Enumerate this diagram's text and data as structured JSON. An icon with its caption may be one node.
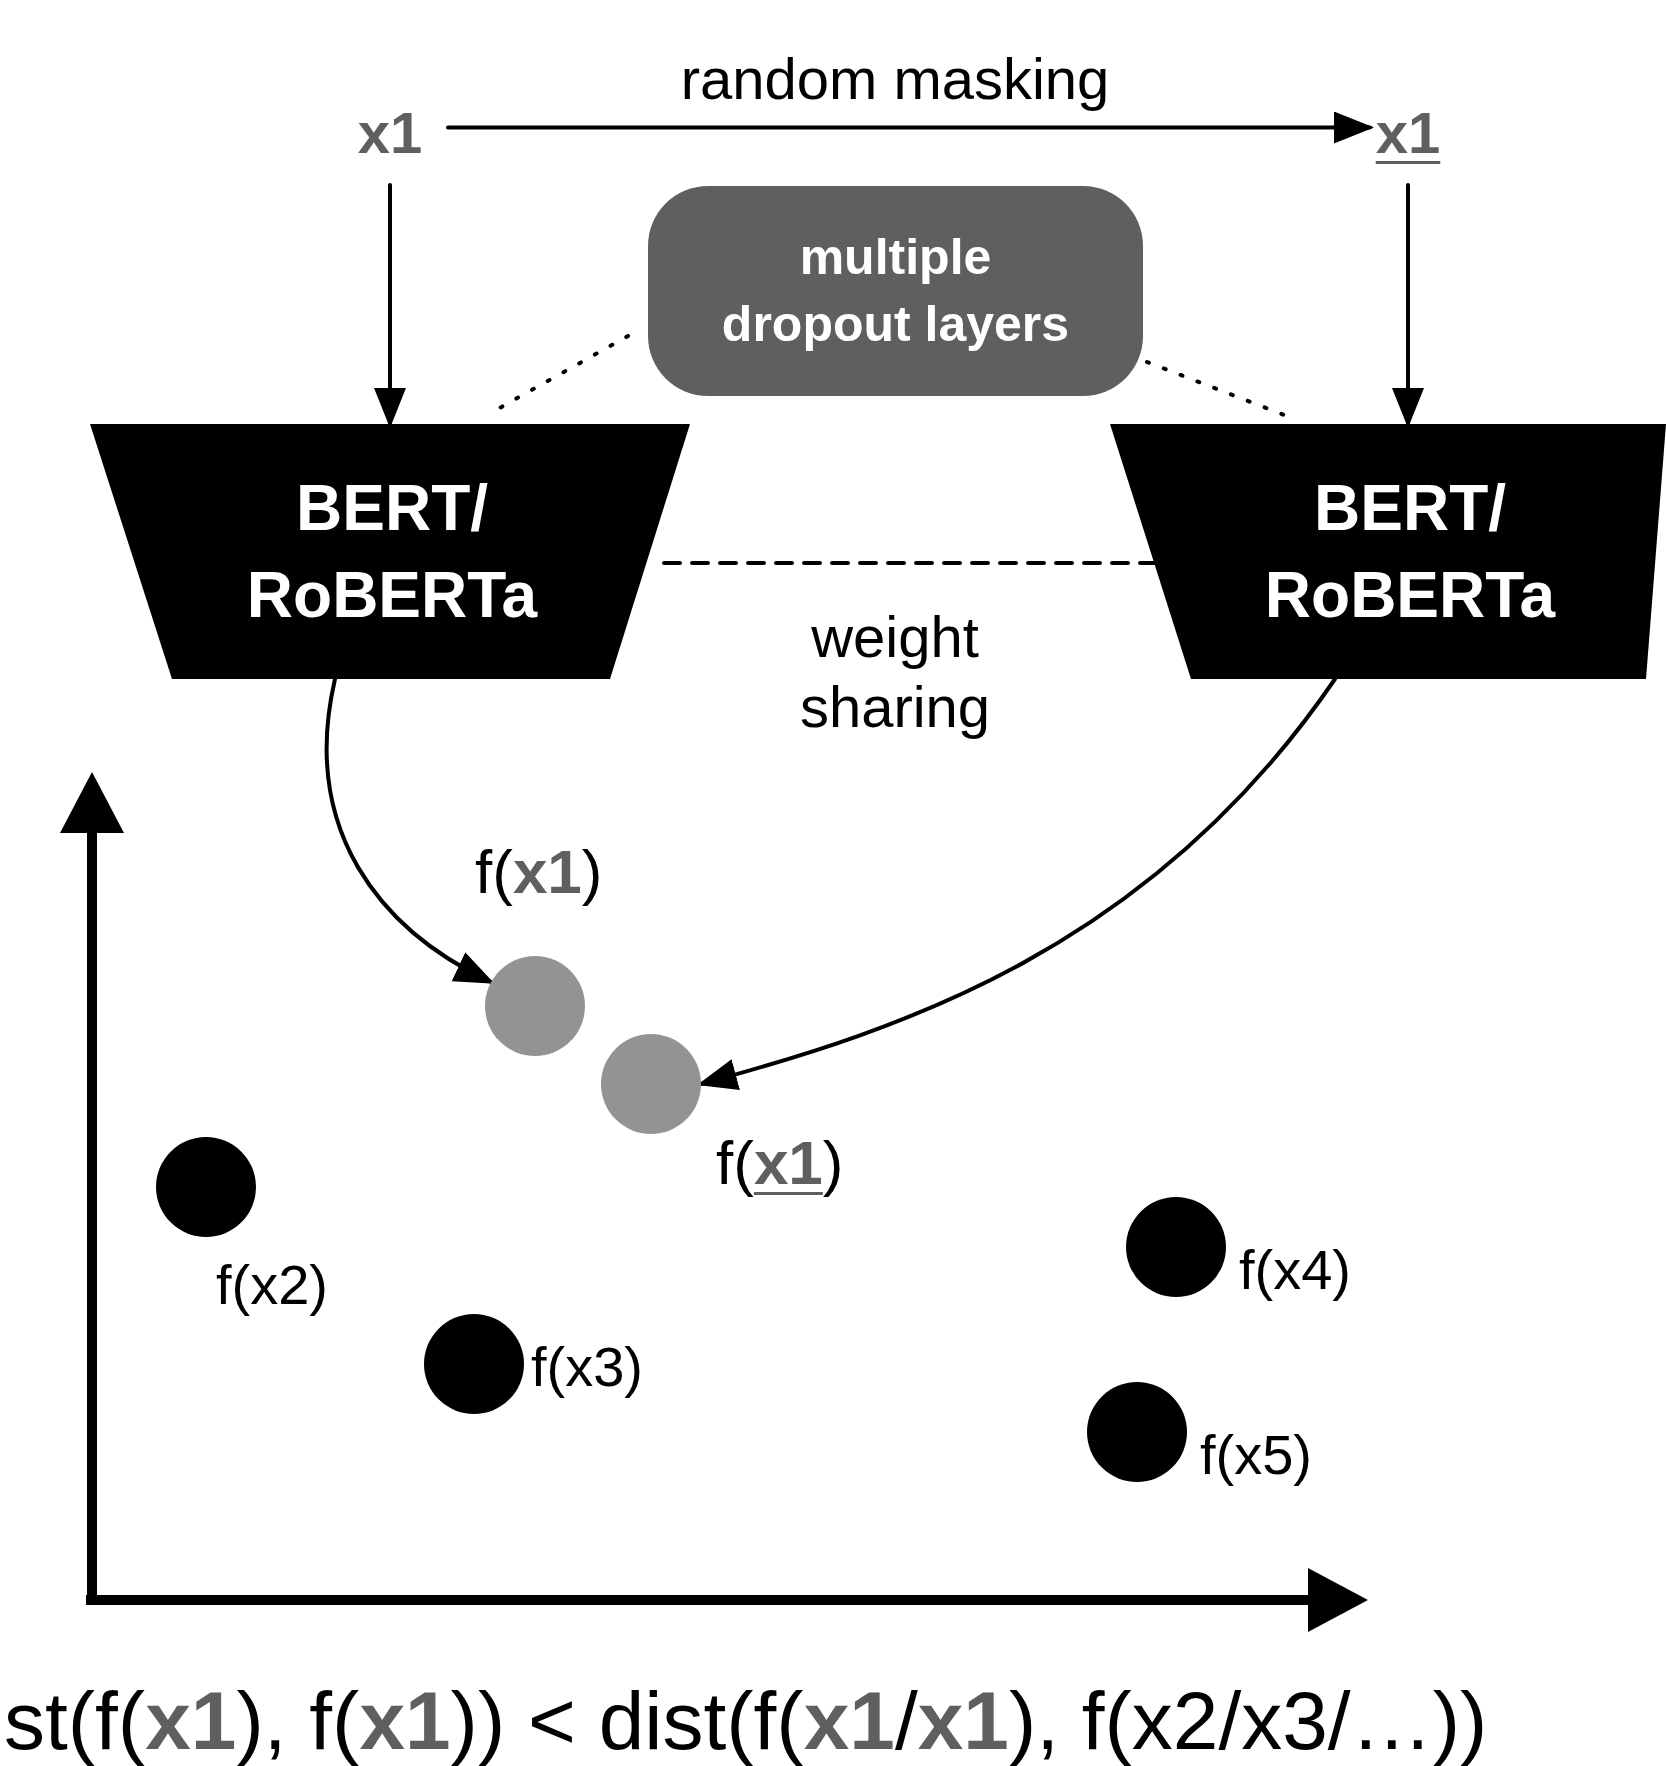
{
  "diagram": {
    "nodes": [
      {
        "text": [
          "x1"
        ]
      },
      {
        "text": [
          "x1"
        ]
      },
      {
        "text": [
          "multiple dropout layers"
        ]
      },
      {
        "text": [
          "BERT/ RoBERTa"
        ]
      },
      {
        "text": [
          "BERT/ RoBERTa"
        ]
      },
      {
        "text": [],
        "shape": "circle",
        "beside": [
          "f(**x1**)"
        ]
      },
      {
        "text": [],
        "shape": "circle",
        "beside": [
          "f(**x1**)"
        ]
      },
      {
        "text": [],
        "shape": "circle",
        "beside": [
          "f(x2)"
        ]
      },
      {
        "text": [],
        "shape": "circle",
        "beside": [
          "f(x3)"
        ]
      },
      {
        "text": [],
        "shape": "circle",
        "beside": [
          "f(x4)"
        ]
      },
      {
        "text": [],
        "shape": "circle",
        "beside": [
          "f(x5)"
        ]
      }
    ],
    "edges": [
      {
        "from": 0,
        "to": 1,
        "arrow": "to",
        "label": "random masking"
      },
      {
        "from": 0,
        "to": 3,
        "arrow": "to"
      },
      {
        "from": 1,
        "to": 4,
        "arrow": "to"
      },
      {
        "from": 2,
        "to": 3,
        "arrow": "none",
        "style": "dashed"
      },
      {
        "from": 2,
        "to": 4,
        "arrow": "none",
        "style": "dashed"
      },
      {
        "from": 3,
        "to": 4,
        "arrow": "none",
        "style": "dashed",
        "label": "weight sharing"
      },
      {
        "from": 3,
        "to": 5,
        "arrow": "to"
      },
      {
        "from": 4,
        "to": 6,
        "arrow": "to"
      }
    ],
    "labels": [
      "st(f(**x1**), f(**x1**)) < dist(f(**x1**/**x1**), f(x2/x3/…))"
    ]
  }
}
